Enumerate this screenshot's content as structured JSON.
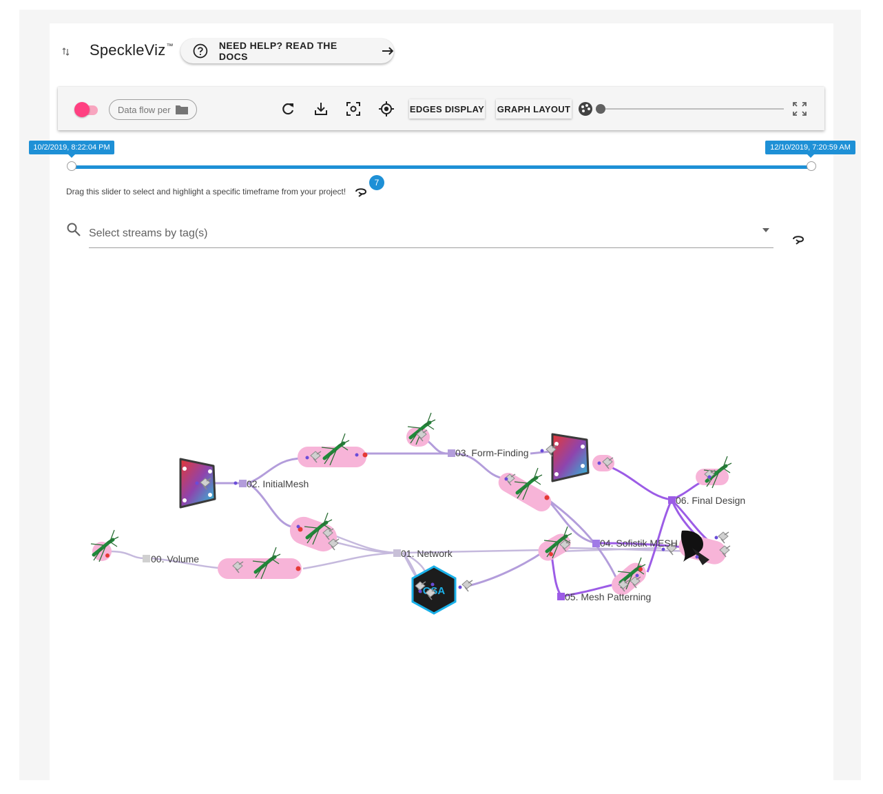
{
  "app": {
    "title": "SpeckleViz",
    "trademark": "™",
    "docs_button": "NEED HELP? READ THE DOCS"
  },
  "toolbar": {
    "toggle_on": true,
    "chip_label": "Data flow per",
    "edges_display": "EDGES DISPLAY",
    "graph_layout": "GRAPH LAYOUT",
    "icons": [
      "refresh-icon",
      "download-icon",
      "capture-icon",
      "locate-icon",
      "palette-icon",
      "fullscreen-icon"
    ]
  },
  "timeframe": {
    "start_label": "10/2/2019, 8:22:04 PM",
    "end_label": "12/10/2019, 7:20:59 AM",
    "hint": "Drag this slider to select and highlight a specific timeframe from your project!",
    "badge": "7"
  },
  "search": {
    "placeholder": "Select streams by tag(s)"
  },
  "graph": {
    "nodes": [
      {
        "id": "n00",
        "label": "00. Volume"
      },
      {
        "id": "n01",
        "label": "01. Network"
      },
      {
        "id": "n02",
        "label": "02. InitialMesh"
      },
      {
        "id": "n03",
        "label": "03. Form-Finding"
      },
      {
        "id": "n04",
        "label": "04. Sofistik MESH"
      },
      {
        "id": "n05",
        "label": "05. Mesh Patterning"
      },
      {
        "id": "n06",
        "label": "06. Final Design"
      }
    ],
    "colors": {
      "stream": "#b39ddb",
      "edge_light": "#c5b9dd",
      "edge_dark": "#9c5ce6",
      "client_pill": "#f7b4d8",
      "grasshopper": "#1f8a3a",
      "gsa_blue": "#1ab0e8"
    }
  }
}
